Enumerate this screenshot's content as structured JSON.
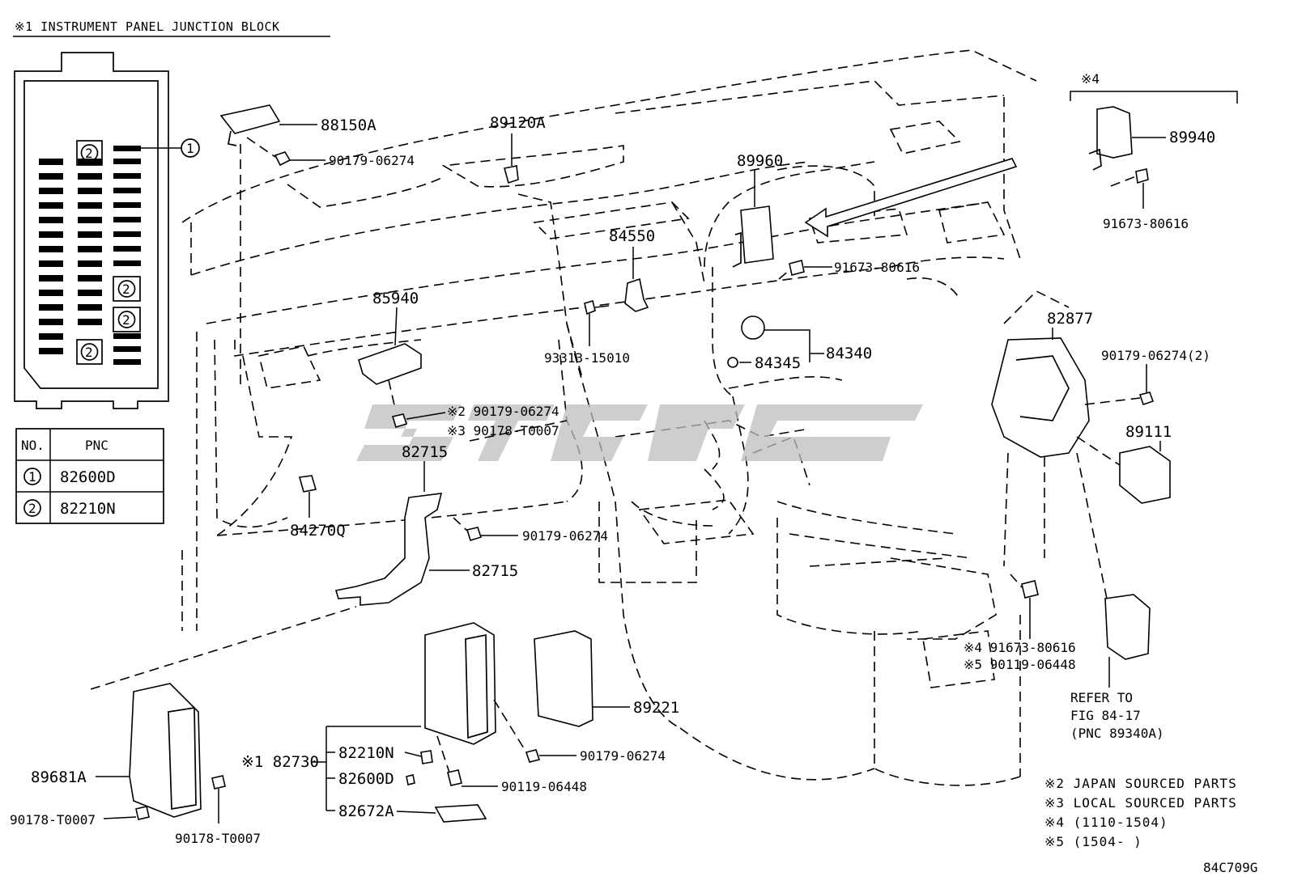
{
  "junction_block": {
    "title": "※1 INSTRUMENT PANEL JUNCTION BLOCK",
    "callout_1": "1",
    "callout_2": "2"
  },
  "pnc_table": {
    "headers": [
      "NO.",
      "PNC"
    ],
    "rows": [
      {
        "no": "1",
        "pnc": "82600D"
      },
      {
        "no": "2",
        "pnc": "82210N"
      }
    ]
  },
  "labels": {
    "p88150A": "88150A",
    "p90179_top": "90179-06274",
    "p89120A": "89120A",
    "p84550": "84550",
    "p85940": "85940",
    "p93313": "93313-15010",
    "p89960": "89960",
    "p91673_mid": "91673-80616",
    "p84340": "84340",
    "p84345": "84345",
    "p_note4_header": "※4",
    "p89940": "89940",
    "p91673_right": "91673-80616",
    "p82877": "82877",
    "p90179_x2": "90179-06274(2)",
    "p89111": "89111",
    "p90179_jp": "※2 90179-06274",
    "p90178_local": "※3 90178-T0007",
    "p82715_a": "82715",
    "p84270Q": "84270Q",
    "p90179_mid": "90179-06274",
    "p82715_b": "82715",
    "p89221": "89221",
    "p90179_low": "90179-06274",
    "p82730": "※1 82730",
    "p82210N": "82210N",
    "p82600D": "82600D",
    "p90119": "90119-06448",
    "p82672A": "82672A",
    "p89681A": "89681A",
    "p90178_left": "90178-T0007",
    "p90178_mid": "90178-T0007",
    "p91673_low": "※4 91673-80616",
    "p90119_low": "※5 90119-06448",
    "refer_1": "REFER TO",
    "refer_2": "FIG 84-17",
    "refer_3": "(PNC 89340A)"
  },
  "notes": [
    "※2 JAPAN SOURCED PARTS",
    "※3 LOCAL SOURCED PARTS",
    "※4 (1110-1504)",
    "※5 (1504-      )"
  ],
  "figure_code": "84C709G"
}
